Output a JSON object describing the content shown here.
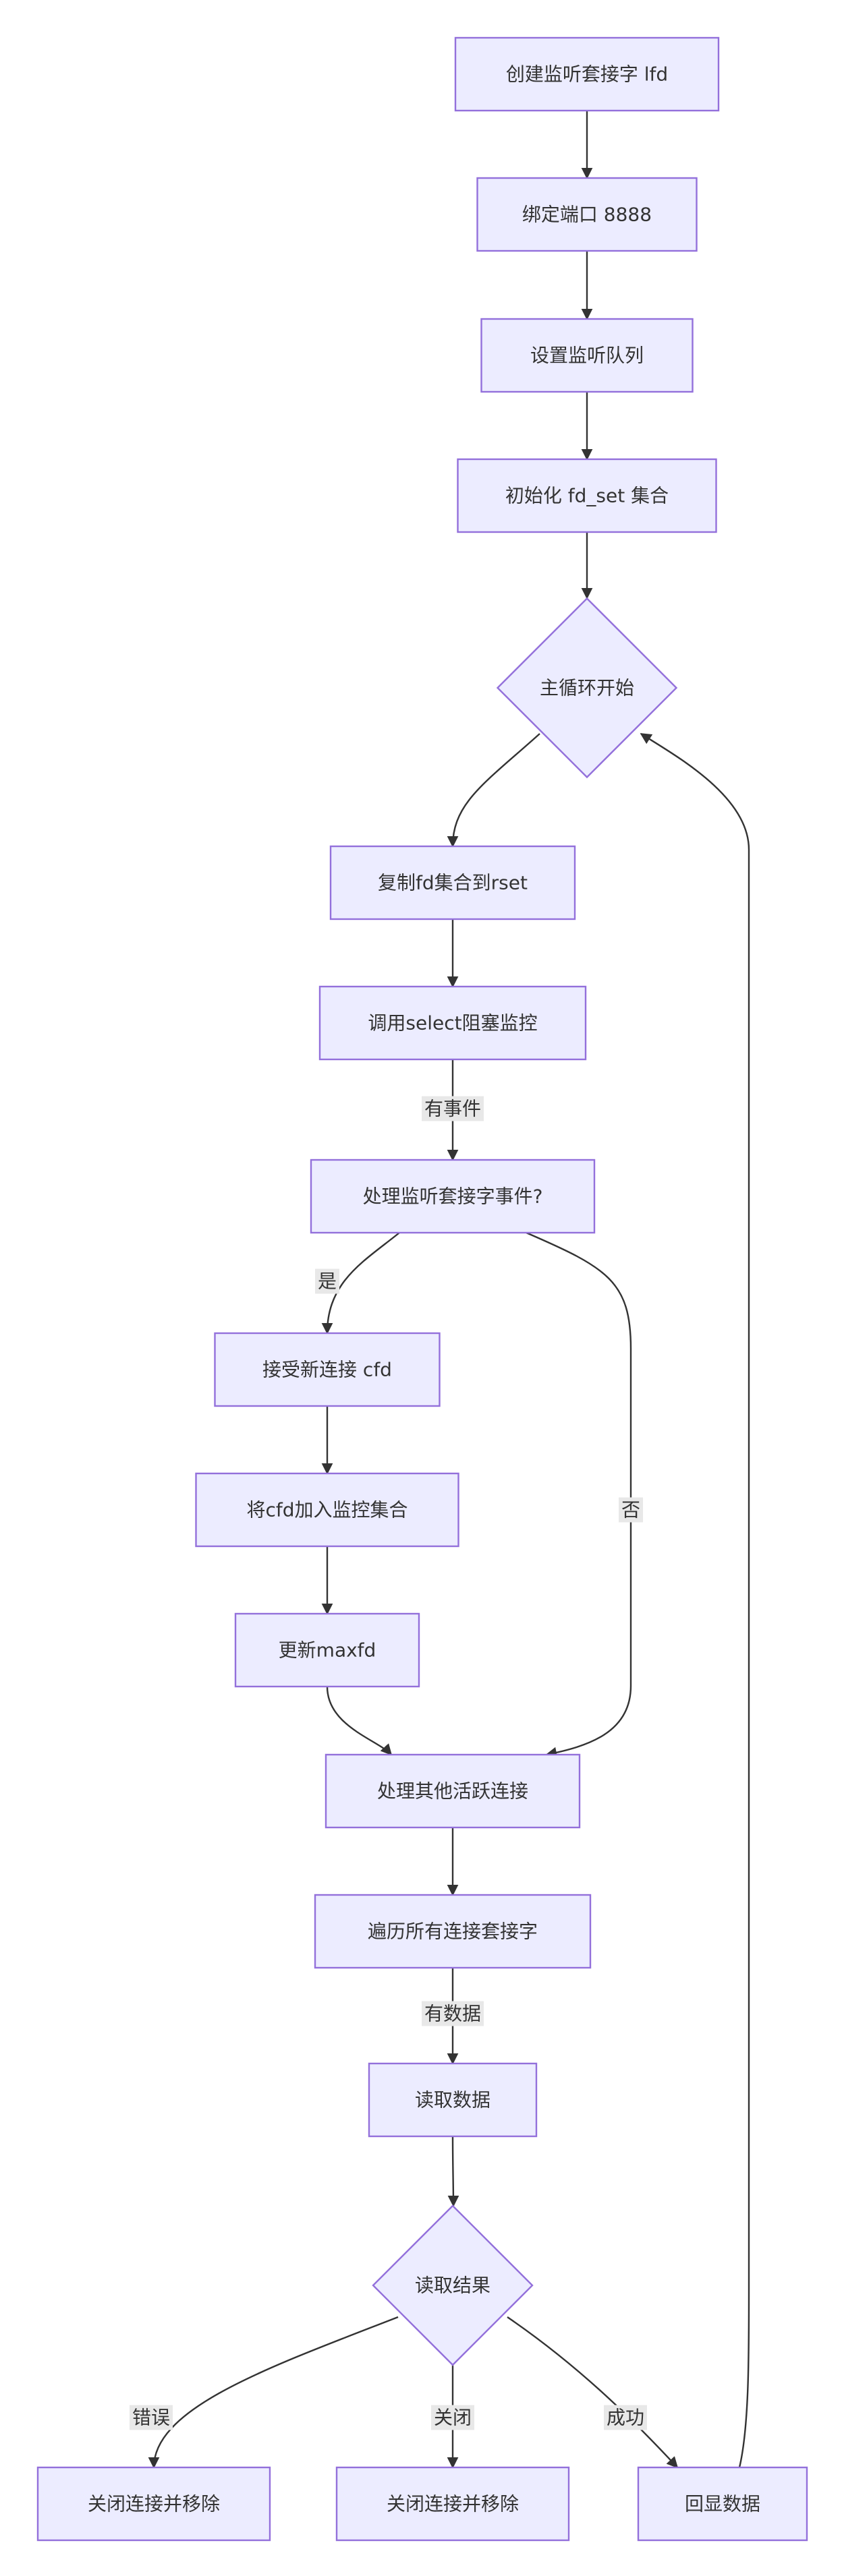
{
  "diagram": {
    "type": "flowchart",
    "colors": {
      "node_fill": "#ececff",
      "node_stroke": "#9370db",
      "edge": "#333333",
      "label_background": "#e8e8e8",
      "text": "#333333"
    },
    "nodes": [
      {
        "id": "create",
        "label": "创建监听套接字 lfd",
        "shape": "rect"
      },
      {
        "id": "bind",
        "label": "绑定端口 8888",
        "shape": "rect"
      },
      {
        "id": "listen",
        "label": "设置监听队列",
        "shape": "rect"
      },
      {
        "id": "init",
        "label": "初始化 fd_set 集合",
        "shape": "rect"
      },
      {
        "id": "loop",
        "label": "主循环开始",
        "shape": "diamond"
      },
      {
        "id": "copy",
        "label": "复制fd集合到rset",
        "shape": "rect"
      },
      {
        "id": "select",
        "label": "调用select阻塞监控",
        "shape": "rect"
      },
      {
        "id": "handle_listen",
        "label": "处理监听套接字事件?",
        "shape": "rect"
      },
      {
        "id": "accept",
        "label": "接受新连接 cfd",
        "shape": "rect"
      },
      {
        "id": "add",
        "label": "将cfd加入监控集合",
        "shape": "rect"
      },
      {
        "id": "maxfd",
        "label": "更新maxfd",
        "shape": "rect"
      },
      {
        "id": "others",
        "label": "处理其他活跃连接",
        "shape": "rect"
      },
      {
        "id": "iterate",
        "label": "遍历所有连接套接字",
        "shape": "rect"
      },
      {
        "id": "read",
        "label": "读取数据",
        "shape": "rect"
      },
      {
        "id": "result",
        "label": "读取结果",
        "shape": "diamond"
      },
      {
        "id": "close_err",
        "label": "关闭连接并移除",
        "shape": "rect"
      },
      {
        "id": "close_close",
        "label": "关闭连接并移除",
        "shape": "rect"
      },
      {
        "id": "echo",
        "label": "回显数据",
        "shape": "rect"
      }
    ],
    "edges": [
      {
        "from": "create",
        "to": "bind",
        "label": ""
      },
      {
        "from": "bind",
        "to": "listen",
        "label": ""
      },
      {
        "from": "listen",
        "to": "init",
        "label": ""
      },
      {
        "from": "init",
        "to": "loop",
        "label": ""
      },
      {
        "from": "loop",
        "to": "copy",
        "label": ""
      },
      {
        "from": "copy",
        "to": "select",
        "label": ""
      },
      {
        "from": "select",
        "to": "handle_listen",
        "label": "有事件"
      },
      {
        "from": "handle_listen",
        "to": "accept",
        "label": "是"
      },
      {
        "from": "accept",
        "to": "add",
        "label": ""
      },
      {
        "from": "add",
        "to": "maxfd",
        "label": ""
      },
      {
        "from": "maxfd",
        "to": "others",
        "label": ""
      },
      {
        "from": "handle_listen",
        "to": "others",
        "label": "否"
      },
      {
        "from": "others",
        "to": "iterate",
        "label": ""
      },
      {
        "from": "iterate",
        "to": "read",
        "label": "有数据"
      },
      {
        "from": "read",
        "to": "result",
        "label": ""
      },
      {
        "from": "result",
        "to": "close_err",
        "label": "错误"
      },
      {
        "from": "result",
        "to": "close_close",
        "label": "关闭"
      },
      {
        "from": "result",
        "to": "echo",
        "label": "成功"
      },
      {
        "from": "echo",
        "to": "loop",
        "label": ""
      }
    ]
  }
}
